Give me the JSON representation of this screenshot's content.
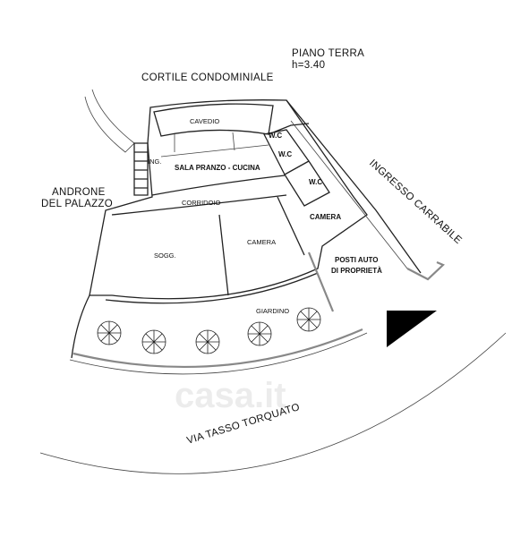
{
  "title": {
    "line1": "PIANO TERRA",
    "line2": "h=3.40"
  },
  "surroundings": {
    "cortile": "CORTILE CONDOMINIALE",
    "androne_line1": "ANDRONE",
    "androne_line2": "DEL PALAZZO",
    "ingresso": "INGRESSO CARRABILE",
    "via": "VIA TASSO TORQUATO",
    "posti_line1": "POSTI AUTO",
    "posti_line2": "DI PROPRIETÀ"
  },
  "rooms": {
    "cavedio": "CAVEDIO",
    "ing": "ING.",
    "sala": "SALA PRANZO  - CUCINA",
    "wc1": "W.C",
    "wc2": "W.C",
    "wc3": "W.C",
    "corridoio": "CORRIDOIO",
    "camera_right": "CAMERA",
    "sogg": "SOGG.",
    "camera_mid": "CAMERA",
    "giardino": "GIARDINO"
  },
  "watermark": "casa.it",
  "colors": {
    "lines": "#222222",
    "fill_arrow": "#000000"
  }
}
